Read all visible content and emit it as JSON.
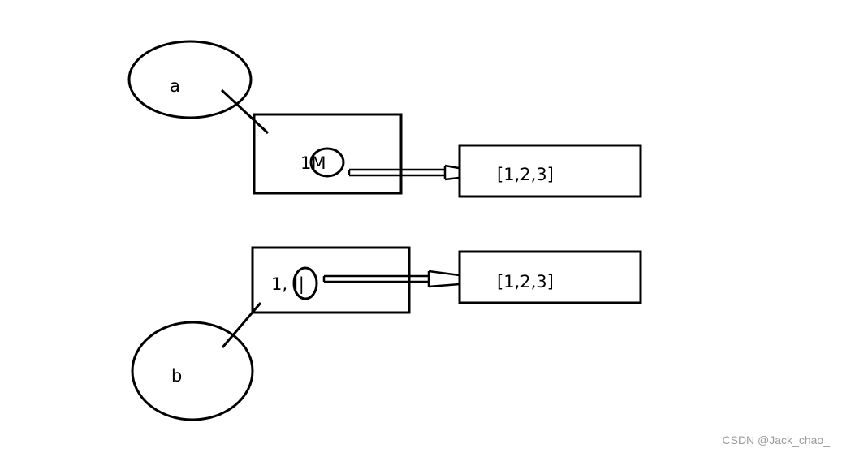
{
  "diagram": {
    "var_a": {
      "label": "a"
    },
    "var_b": {
      "label": "b"
    },
    "box_a": {
      "label": "1M"
    },
    "box_b": {
      "label": "1, ||"
    },
    "list_a": {
      "label": "[1,2,3]"
    },
    "list_b": {
      "label": "[1,2,3]"
    }
  },
  "watermark": {
    "text": "CSDN @Jack_chao_"
  }
}
